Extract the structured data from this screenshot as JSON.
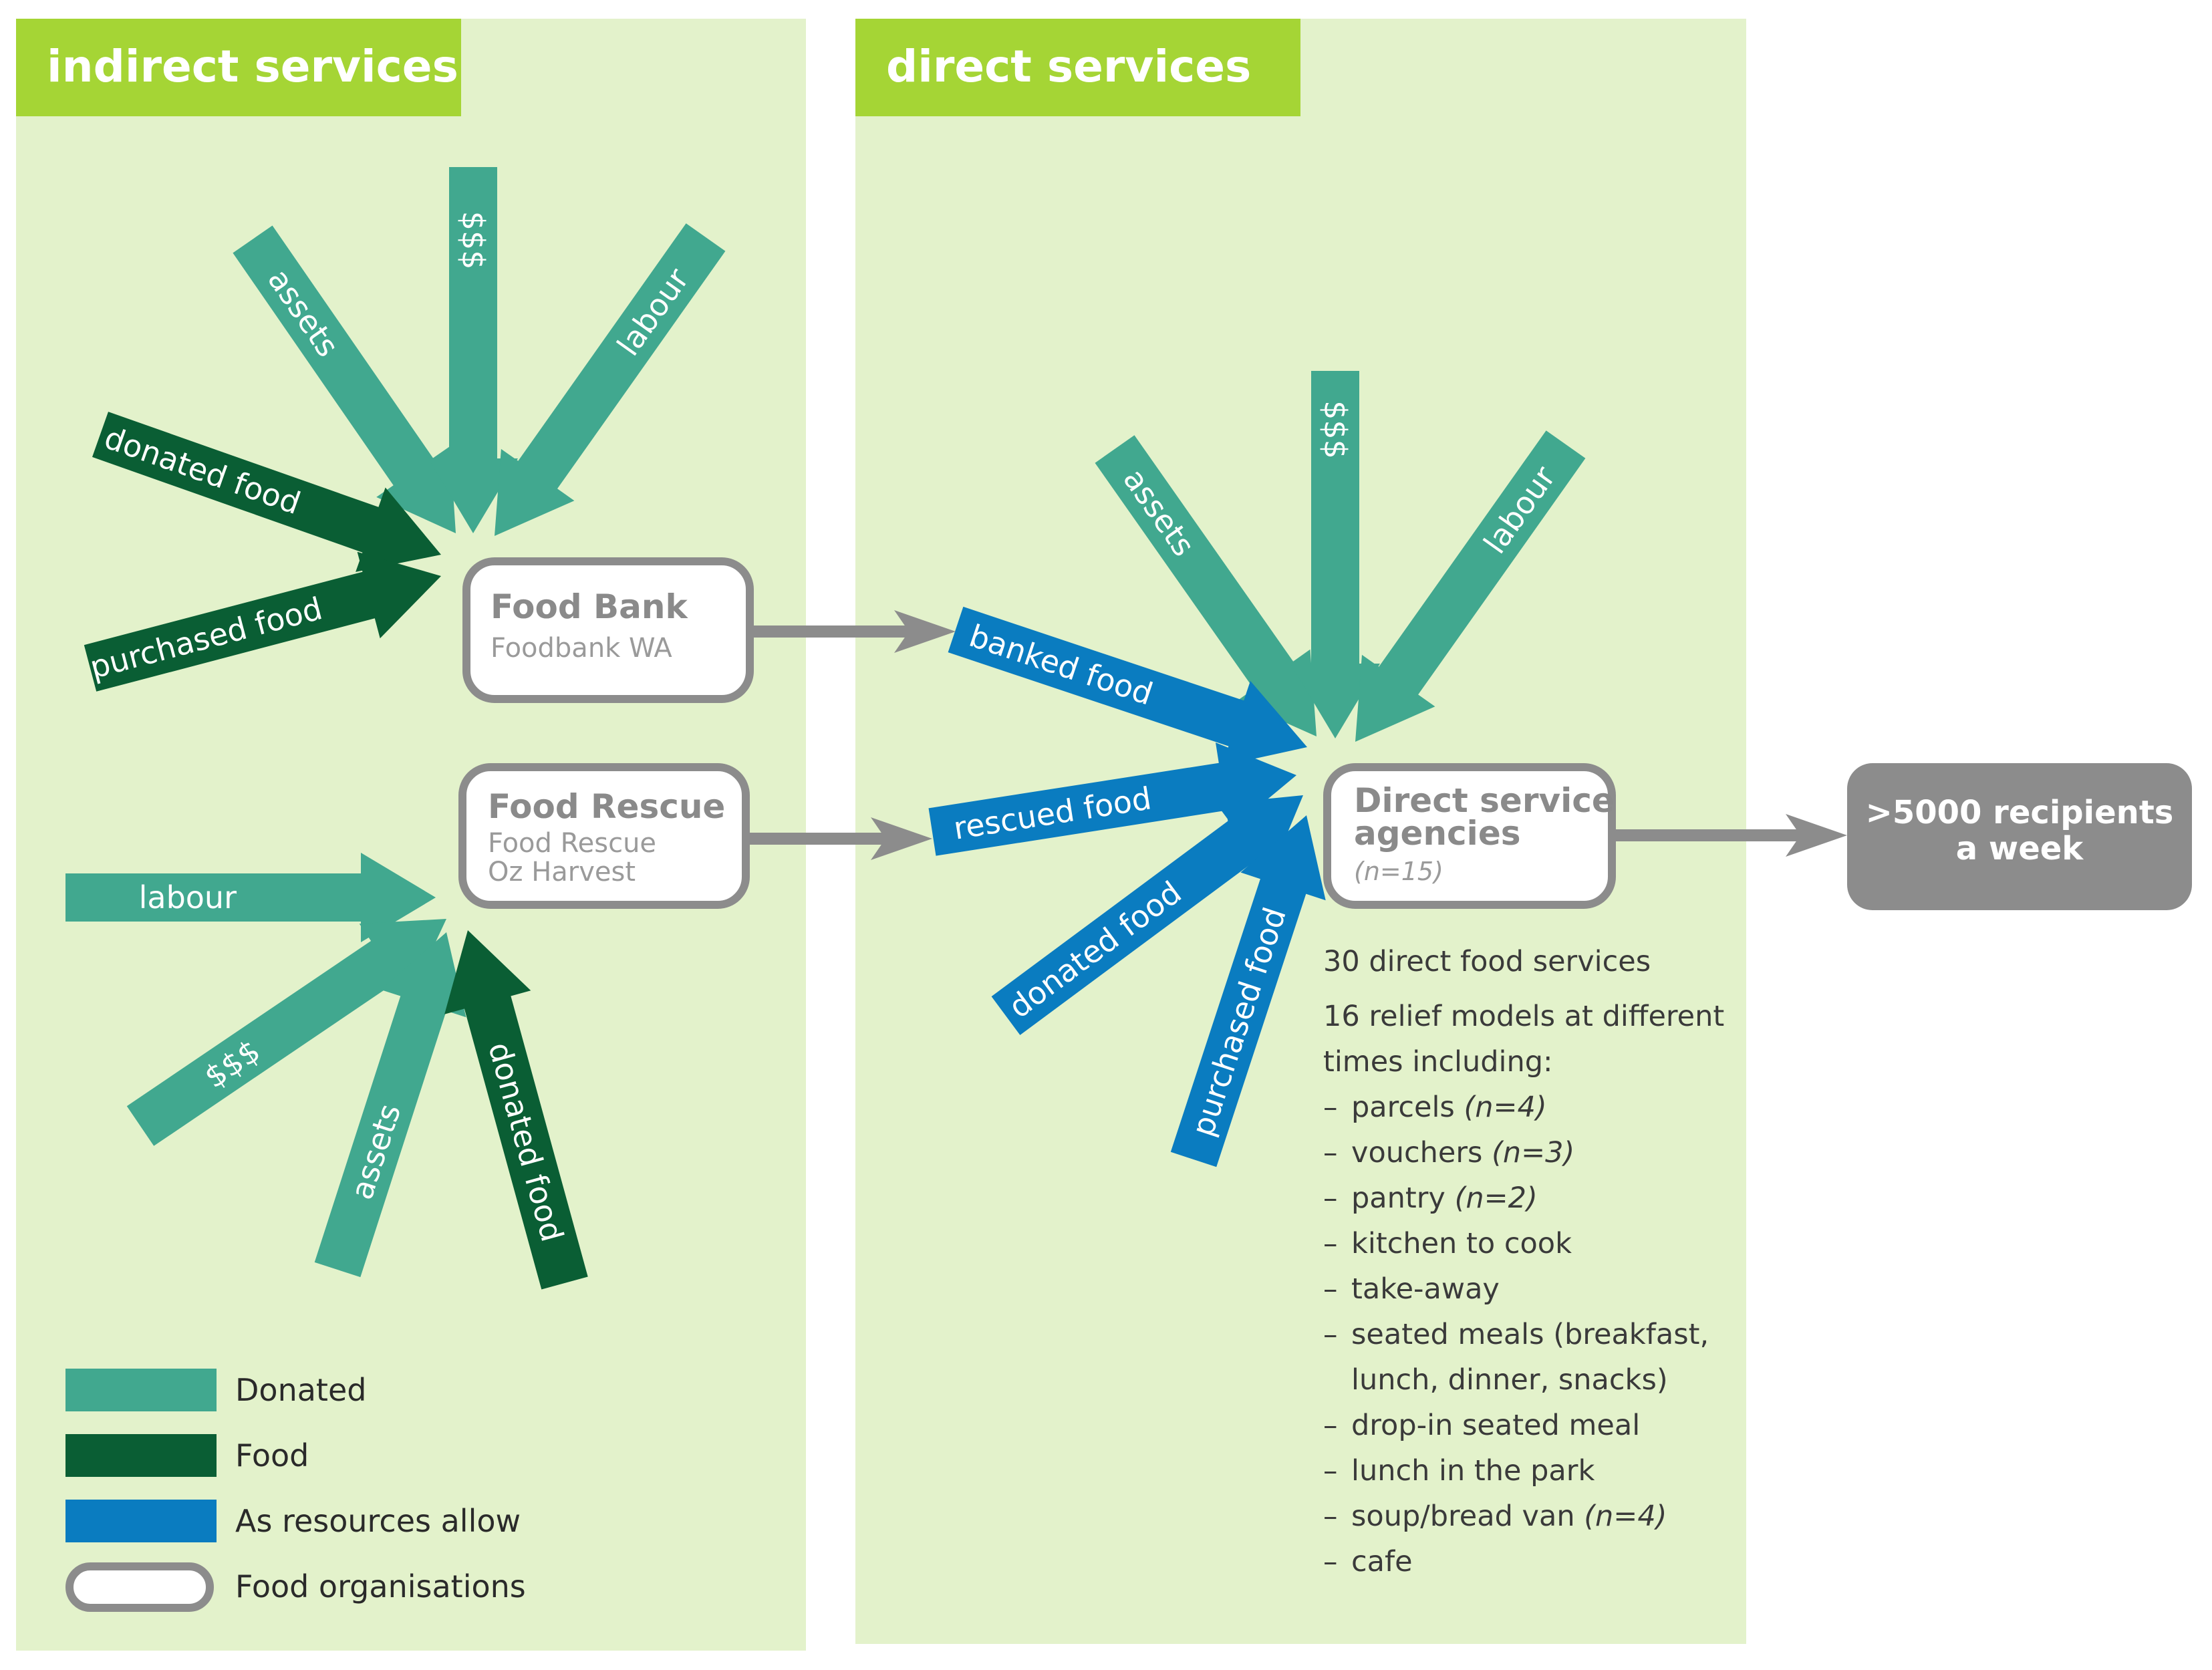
{
  "panels": {
    "indirect": {
      "title": "indirect services"
    },
    "direct": {
      "title": "direct services"
    }
  },
  "colors": {
    "donated": "#41a88f",
    "food": "#0a5e34",
    "as_resources_allow": "#0a7cc0",
    "panel_bg": "#e3f2cb",
    "panel_title_bg": "#a5d535",
    "org_border": "#8c8c8c",
    "connector": "#8c8c8c",
    "recipients_bg": "#8c8c8c"
  },
  "organisations": {
    "food_bank": {
      "title": "Food Bank",
      "lines": [
        "Foodbank WA"
      ]
    },
    "food_rescue": {
      "title": "Food Rescue",
      "lines": [
        "Food Rescue",
        "Oz Harvest"
      ]
    },
    "direct_agencies": {
      "title_lines": [
        "Direct service",
        "agencies"
      ],
      "count": "(n=15)"
    }
  },
  "recipients": {
    "lines": [
      ">5000 recipients",
      "a week"
    ]
  },
  "inputs": {
    "food_bank": {
      "assets": "assets",
      "money": "$$$",
      "labour": "labour",
      "donated_food": "donated food",
      "purchased_food": "purchased food"
    },
    "food_rescue": {
      "labour": "labour",
      "money": "$$$",
      "assets": "assets",
      "donated_food": "donated food"
    },
    "direct_agencies": {
      "assets": "assets",
      "money": "$$$",
      "labour": "labour",
      "banked_food": "banked food",
      "rescued_food": "rescued food",
      "donated_food": "donated food",
      "purchased_food": "purchased food"
    }
  },
  "services": {
    "intro": "30 direct food services",
    "intro2": "16 relief models at different times including:",
    "items": [
      {
        "text": "parcels",
        "n": "(n=4)"
      },
      {
        "text": "vouchers",
        "n": "(n=3)"
      },
      {
        "text": "pantry",
        "n": "(n=2)"
      },
      {
        "text": "kitchen to cook",
        "n": ""
      },
      {
        "text": "take-away",
        "n": ""
      },
      {
        "text": "seated meals (breakfast, lunch, dinner, snacks)",
        "n": ""
      },
      {
        "text": "drop-in seated meal",
        "n": ""
      },
      {
        "text": "lunch in the park",
        "n": ""
      },
      {
        "text": "soup/bread van",
        "n": "(n=4)"
      },
      {
        "text": "cafe",
        "n": ""
      }
    ]
  },
  "legend": [
    {
      "kind": "donated",
      "label": "Donated"
    },
    {
      "kind": "food",
      "label": "Food"
    },
    {
      "kind": "as_resources_allow",
      "label": "As resources allow"
    },
    {
      "kind": "organisation",
      "label": "Food organisations"
    }
  ]
}
